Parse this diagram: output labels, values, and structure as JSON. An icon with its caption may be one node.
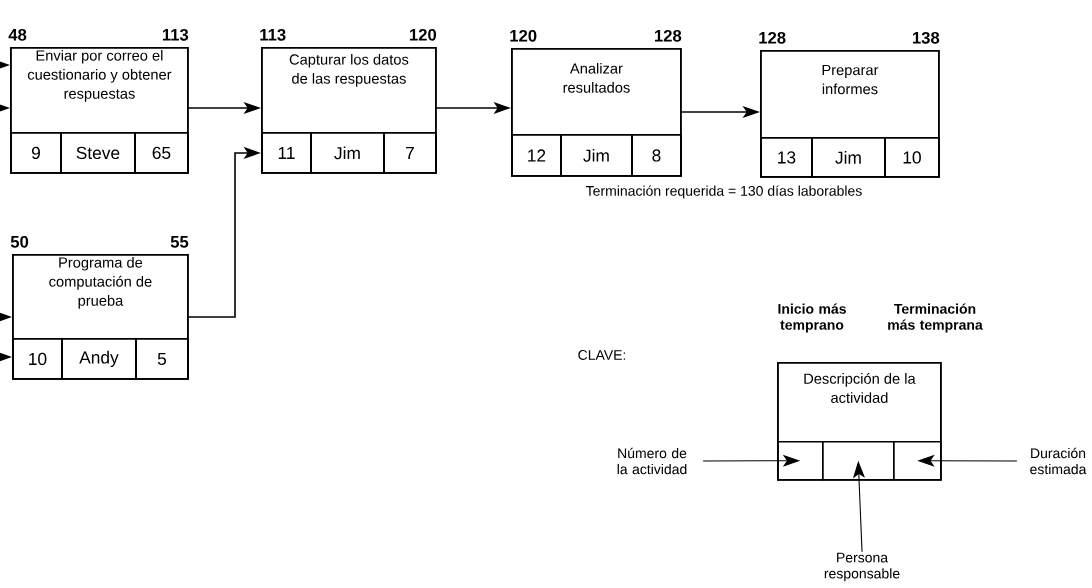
{
  "diagram": {
    "nodes": [
      {
        "text": [
          "Enviar por correo el cuestionario y obtener respuestas"
        ],
        "beside": [
          "48",
          "113"
        ]
      },
      {
        "text": [
          "9"
        ],
        "in": 0
      },
      {
        "text": [
          "Steve"
        ],
        "in": 0
      },
      {
        "text": [
          "65"
        ],
        "in": 0
      },
      {
        "text": [
          "Capturar los datos de las respuestas"
        ],
        "beside": [
          "113",
          "120"
        ]
      },
      {
        "text": [
          "11"
        ],
        "in": 4
      },
      {
        "text": [
          "Jim"
        ],
        "in": 4
      },
      {
        "text": [
          "7"
        ],
        "in": 4
      },
      {
        "text": [
          "Analizar resultados"
        ],
        "beside": [
          "120",
          "128"
        ]
      },
      {
        "text": [
          "12"
        ],
        "in": 8
      },
      {
        "text": [
          "Jim"
        ],
        "in": 8
      },
      {
        "text": [
          "8"
        ],
        "in": 8
      },
      {
        "text": [
          "Preparar informes"
        ],
        "beside": [
          "128",
          "138"
        ]
      },
      {
        "text": [
          "13"
        ],
        "in": 12
      },
      {
        "text": [
          "Jim"
        ],
        "in": 12
      },
      {
        "text": [
          "10"
        ],
        "in": 12
      },
      {
        "text": [
          "Programa de computación de prueba"
        ],
        "beside": [
          "50",
          "55"
        ]
      },
      {
        "text": [
          "10"
        ],
        "in": 16
      },
      {
        "text": [
          "Andy"
        ],
        "in": 16
      },
      {
        "text": [
          "5"
        ],
        "in": 16
      },
      {
        "text": [
          "Número de la actividad"
        ]
      },
      {
        "text": [
          "Descripción de la actividad"
        ],
        "beside": [
          "Inicio más temprano",
          "Terminación más temprana"
        ]
      },
      {
        "text": [],
        "shape": "box",
        "in": 21
      },
      {
        "text": [],
        "shape": "box",
        "in": 21
      },
      {
        "text": [],
        "shape": "box",
        "in": 21
      },
      {
        "text": [
          "Duración estimada"
        ]
      },
      {
        "text": [
          "Persona responsable"
        ]
      }
    ],
    "edges": [
      {
        "from": null,
        "to": 0,
        "arrow": "to"
      },
      {
        "from": null,
        "to": 0,
        "arrow": "to"
      },
      {
        "from": 0,
        "to": 4,
        "arrow": "to"
      },
      {
        "from": null,
        "to": 16,
        "arrow": "to"
      },
      {
        "from": null,
        "to": 17,
        "arrow": "to"
      },
      {
        "from": 16,
        "to": 5,
        "arrow": "to"
      },
      {
        "from": 4,
        "to": 8,
        "arrow": "to"
      },
      {
        "from": 8,
        "to": 12,
        "arrow": "to"
      },
      {
        "from": 20,
        "to": 22,
        "arrow": "to"
      },
      {
        "from": 26,
        "to": 23,
        "arrow": "to"
      },
      {
        "from": 25,
        "to": 24,
        "arrow": "to"
      }
    ],
    "labels": [
      "Terminación requerida = 130 días laborables",
      "CLAVE:"
    ]
  }
}
